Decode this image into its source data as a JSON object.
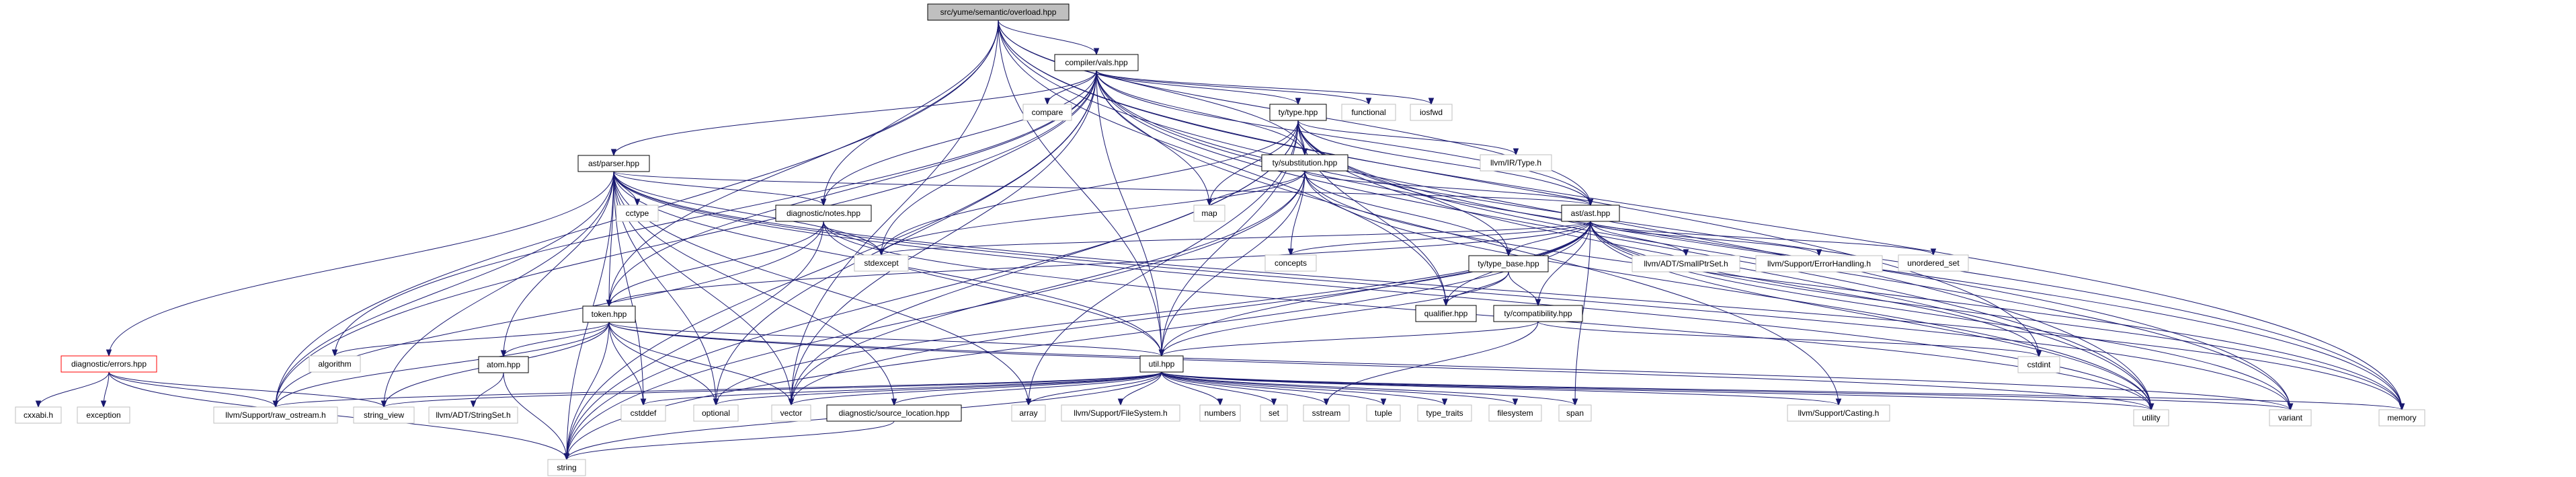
{
  "title": "src/yume/semantic/overload.hpp",
  "colors": {
    "edge": "#191970",
    "root_fill": "#bfbfbf",
    "local_border": "#000000",
    "system_border": "#bfbfbf",
    "error_border": "#ff0000"
  },
  "nodes": [
    {
      "id": "root",
      "label": "src/yume/semantic/overload.hpp",
      "kind": "root"
    },
    {
      "id": "vals",
      "label": "compiler/vals.hpp",
      "kind": "local"
    },
    {
      "id": "compare",
      "label": "compare",
      "kind": "system"
    },
    {
      "id": "type",
      "label": "ty/type.hpp",
      "kind": "local"
    },
    {
      "id": "functional",
      "label": "functional",
      "kind": "system"
    },
    {
      "id": "iosfwd",
      "label": "iosfwd",
      "kind": "system"
    },
    {
      "id": "parser",
      "label": "ast/parser.hpp",
      "kind": "local"
    },
    {
      "id": "subst",
      "label": "ty/substitution.hpp",
      "kind": "local"
    },
    {
      "id": "llvmtype",
      "label": "llvm/IR/Type.h",
      "kind": "system"
    },
    {
      "id": "cctype",
      "label": "cctype",
      "kind": "system"
    },
    {
      "id": "notes",
      "label": "diagnostic/notes.hpp",
      "kind": "local"
    },
    {
      "id": "map",
      "label": "map",
      "kind": "system"
    },
    {
      "id": "ast",
      "label": "ast/ast.hpp",
      "kind": "local"
    },
    {
      "id": "stdexcept",
      "label": "stdexcept",
      "kind": "system"
    },
    {
      "id": "concepts",
      "label": "concepts",
      "kind": "system"
    },
    {
      "id": "typebase",
      "label": "ty/type_base.hpp",
      "kind": "local"
    },
    {
      "id": "smallptr",
      "label": "llvm/ADT/SmallPtrSet.h",
      "kind": "system"
    },
    {
      "id": "errhandling",
      "label": "llvm/Support/ErrorHandling.h",
      "kind": "system"
    },
    {
      "id": "unordered",
      "label": "unordered_set",
      "kind": "system"
    },
    {
      "id": "qualifier",
      "label": "qualifier.hpp",
      "kind": "local"
    },
    {
      "id": "compat",
      "label": "ty/compatibility.hpp",
      "kind": "local"
    },
    {
      "id": "token",
      "label": "token.hpp",
      "kind": "local"
    },
    {
      "id": "cstdint",
      "label": "cstdint",
      "kind": "system"
    },
    {
      "id": "errors",
      "label": "diagnostic/errors.hpp",
      "kind": "error"
    },
    {
      "id": "algorithm",
      "label": "algorithm",
      "kind": "system"
    },
    {
      "id": "atom",
      "label": "atom.hpp",
      "kind": "local"
    },
    {
      "id": "util",
      "label": "util.hpp",
      "kind": "local"
    },
    {
      "id": "cxxabi",
      "label": "cxxabi.h",
      "kind": "system"
    },
    {
      "id": "exception",
      "label": "exception",
      "kind": "system"
    },
    {
      "id": "rawostream",
      "label": "llvm/Support/raw_ostream.h",
      "kind": "system"
    },
    {
      "id": "stringview",
      "label": "string_view",
      "kind": "system"
    },
    {
      "id": "stringset",
      "label": "llvm/ADT/StringSet.h",
      "kind": "system"
    },
    {
      "id": "cstddef",
      "label": "cstddef",
      "kind": "system"
    },
    {
      "id": "optional",
      "label": "optional",
      "kind": "system"
    },
    {
      "id": "vector",
      "label": "vector",
      "kind": "system"
    },
    {
      "id": "srcloc",
      "label": "diagnostic/source_location.hpp",
      "kind": "local"
    },
    {
      "id": "array",
      "label": "array",
      "kind": "system"
    },
    {
      "id": "filesystemh",
      "label": "llvm/Support/FileSystem.h",
      "kind": "system"
    },
    {
      "id": "numbers",
      "label": "numbers",
      "kind": "system"
    },
    {
      "id": "set",
      "label": "set",
      "kind": "system"
    },
    {
      "id": "sstream",
      "label": "sstream",
      "kind": "system"
    },
    {
      "id": "tuple",
      "label": "tuple",
      "kind": "system"
    },
    {
      "id": "typetraits",
      "label": "type_traits",
      "kind": "system"
    },
    {
      "id": "filesystem",
      "label": "filesystem",
      "kind": "system"
    },
    {
      "id": "span",
      "label": "span",
      "kind": "system"
    },
    {
      "id": "casting",
      "label": "llvm/Support/Casting.h",
      "kind": "system"
    },
    {
      "id": "utility",
      "label": "utility",
      "kind": "system"
    },
    {
      "id": "variant",
      "label": "variant",
      "kind": "system"
    },
    {
      "id": "memory",
      "label": "memory",
      "kind": "system"
    },
    {
      "id": "string",
      "label": "string",
      "kind": "system"
    }
  ],
  "edges": [
    [
      "root",
      "vals"
    ],
    [
      "root",
      "subst"
    ],
    [
      "root",
      "notes"
    ],
    [
      "root",
      "util"
    ],
    [
      "root",
      "token"
    ],
    [
      "root",
      "rawostream"
    ],
    [
      "root",
      "vector"
    ],
    [
      "root",
      "utility"
    ],
    [
      "root",
      "memory"
    ],
    [
      "root",
      "qualifier"
    ],
    [
      "root",
      "cstdint"
    ],
    [
      "root",
      "ast"
    ],
    [
      "vals",
      "compare"
    ],
    [
      "vals",
      "type"
    ],
    [
      "vals",
      "functional"
    ],
    [
      "vals",
      "iosfwd"
    ],
    [
      "vals",
      "parser"
    ],
    [
      "vals",
      "subst"
    ],
    [
      "vals",
      "map"
    ],
    [
      "vals",
      "ast"
    ],
    [
      "vals",
      "notes"
    ],
    [
      "vals",
      "stdexcept"
    ],
    [
      "vals",
      "token"
    ],
    [
      "vals",
      "util"
    ],
    [
      "vals",
      "string"
    ],
    [
      "vals",
      "vector"
    ],
    [
      "vals",
      "rawostream"
    ],
    [
      "vals",
      "algorithm"
    ],
    [
      "vals",
      "utility"
    ],
    [
      "vals",
      "variant"
    ],
    [
      "vals",
      "memory"
    ],
    [
      "vals",
      "optional"
    ],
    [
      "vals",
      "casting"
    ],
    [
      "type",
      "subst"
    ],
    [
      "type",
      "llvmtype"
    ],
    [
      "type",
      "ast"
    ],
    [
      "type",
      "typebase"
    ],
    [
      "type",
      "util"
    ],
    [
      "type",
      "map"
    ],
    [
      "type",
      "vector"
    ],
    [
      "type",
      "string"
    ],
    [
      "type",
      "utility"
    ],
    [
      "type",
      "memory"
    ],
    [
      "type",
      "variant"
    ],
    [
      "type",
      "array"
    ],
    [
      "type",
      "stdexcept"
    ],
    [
      "type",
      "qualifier"
    ],
    [
      "parser",
      "cctype"
    ],
    [
      "parser",
      "notes"
    ],
    [
      "parser",
      "ast"
    ],
    [
      "parser",
      "token"
    ],
    [
      "parser",
      "atom"
    ],
    [
      "parser",
      "util"
    ],
    [
      "parser",
      "errors"
    ],
    [
      "parser",
      "stdexcept"
    ],
    [
      "parser",
      "string"
    ],
    [
      "parser",
      "stringview"
    ],
    [
      "parser",
      "rawostream"
    ],
    [
      "parser",
      "cstddef"
    ],
    [
      "parser",
      "optional"
    ],
    [
      "parser",
      "vector"
    ],
    [
      "parser",
      "srcloc"
    ],
    [
      "parser",
      "array"
    ],
    [
      "parser",
      "memory"
    ],
    [
      "parser",
      "variant"
    ],
    [
      "parser",
      "utility"
    ],
    [
      "subst",
      "ast"
    ],
    [
      "subst",
      "typebase"
    ],
    [
      "subst",
      "map"
    ],
    [
      "subst",
      "stdexcept"
    ],
    [
      "subst",
      "concepts"
    ],
    [
      "subst",
      "util"
    ],
    [
      "subst",
      "string"
    ],
    [
      "subst",
      "vector"
    ],
    [
      "subst",
      "utility"
    ],
    [
      "subst",
      "memory"
    ],
    [
      "notes",
      "stdexcept"
    ],
    [
      "notes",
      "token"
    ],
    [
      "notes",
      "util"
    ],
    [
      "notes",
      "rawostream"
    ],
    [
      "notes",
      "string"
    ],
    [
      "notes",
      "utility"
    ],
    [
      "ast",
      "typebase"
    ],
    [
      "ast",
      "compat"
    ],
    [
      "ast",
      "smallptr"
    ],
    [
      "ast",
      "errhandling"
    ],
    [
      "ast",
      "unordered"
    ],
    [
      "ast",
      "concepts"
    ],
    [
      "ast",
      "stdexcept"
    ],
    [
      "ast",
      "token"
    ],
    [
      "ast",
      "util"
    ],
    [
      "ast",
      "span"
    ],
    [
      "ast",
      "cstdint"
    ],
    [
      "ast",
      "optional"
    ],
    [
      "ast",
      "vector"
    ],
    [
      "ast",
      "string"
    ],
    [
      "ast",
      "utility"
    ],
    [
      "ast",
      "variant"
    ],
    [
      "ast",
      "memory"
    ],
    [
      "ast",
      "qualifier"
    ],
    [
      "typebase",
      "qualifier"
    ],
    [
      "typebase",
      "compat"
    ],
    [
      "typebase",
      "util"
    ],
    [
      "compat",
      "util"
    ],
    [
      "compat",
      "cstdint"
    ],
    [
      "compat",
      "sstream"
    ],
    [
      "token",
      "algorithm"
    ],
    [
      "token",
      "atom"
    ],
    [
      "token",
      "stringview"
    ],
    [
      "token",
      "rawostream"
    ],
    [
      "token",
      "cstddef"
    ],
    [
      "token",
      "optional"
    ],
    [
      "token",
      "vector"
    ],
    [
      "token",
      "string"
    ],
    [
      "token",
      "util"
    ],
    [
      "token",
      "utility"
    ],
    [
      "token",
      "variant"
    ],
    [
      "atom",
      "stringset"
    ],
    [
      "atom",
      "string"
    ],
    [
      "errors",
      "cxxabi"
    ],
    [
      "errors",
      "exception"
    ],
    [
      "errors",
      "rawostream"
    ],
    [
      "errors",
      "stringview"
    ],
    [
      "errors",
      "string"
    ],
    [
      "util",
      "optional"
    ],
    [
      "util",
      "vector"
    ],
    [
      "util",
      "srcloc"
    ],
    [
      "util",
      "array"
    ],
    [
      "util",
      "filesystemh"
    ],
    [
      "util",
      "numbers"
    ],
    [
      "util",
      "set"
    ],
    [
      "util",
      "sstream"
    ],
    [
      "util",
      "tuple"
    ],
    [
      "util",
      "typetraits"
    ],
    [
      "util",
      "filesystem"
    ],
    [
      "util",
      "span"
    ],
    [
      "util",
      "casting"
    ],
    [
      "util",
      "utility"
    ],
    [
      "util",
      "variant"
    ],
    [
      "util",
      "memory"
    ],
    [
      "util",
      "string"
    ],
    [
      "util",
      "stringview"
    ],
    [
      "util",
      "rawostream"
    ],
    [
      "util",
      "cstddef"
    ],
    [
      "srcloc",
      "string"
    ]
  ]
}
